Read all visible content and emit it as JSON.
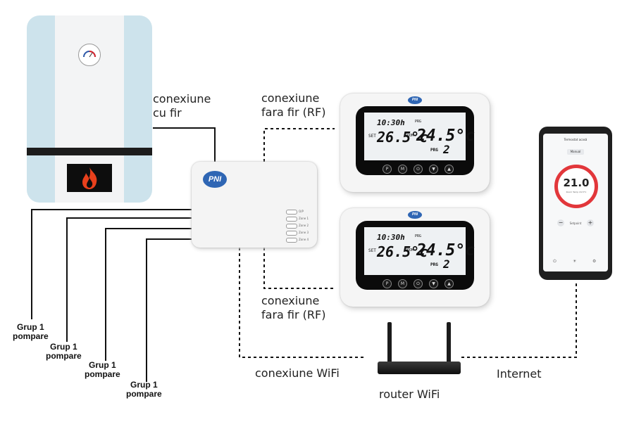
{
  "labels": {
    "wired_line1": "conexiune",
    "wired_line2": "cu fir",
    "rf_top_line1": "conexiune",
    "rf_top_line2": "fara fir (RF)",
    "rf_bottom_line1": "conexiune",
    "rf_bottom_line2": "fara fir (RF)",
    "wifi_connection": "conexiune WiFi",
    "router": "router WiFi",
    "internet": "Internet"
  },
  "pump_groups": [
    {
      "line1": "Grup 1",
      "line2": "pompare"
    },
    {
      "line1": "Grup 1",
      "line2": "pompare"
    },
    {
      "line1": "Grup 1",
      "line2": "pompare"
    },
    {
      "line1": "Grup 1",
      "line2": "pompare"
    }
  ],
  "hub": {
    "logo": "PNI",
    "leds": [
      "O/P",
      "Zone 1",
      "Zone 2",
      "Zone 3",
      "Zone 4"
    ]
  },
  "thermostats": [
    {
      "logo": "PNI",
      "time": "10:30h",
      "set_label": "SET",
      "set_temp": "26.5°c",
      "room_label": "ROOM",
      "prg_label": "PRG",
      "room_temp": "24.5°c",
      "program_label": "PRG",
      "program": "2",
      "buttons": [
        "P",
        "M",
        "⏻",
        "▼",
        "▲"
      ]
    },
    {
      "logo": "PNI",
      "time": "10:30h",
      "set_label": "SET",
      "set_temp": "26.5°c",
      "room_label": "ROOM",
      "prg_label": "PRG",
      "room_temp": "24.5°c",
      "program_label": "PRG",
      "program": "2",
      "buttons": [
        "P",
        "M",
        "⏻",
        "▼",
        "▲"
      ]
    }
  ],
  "phone": {
    "app_title": "Termostat acasă",
    "mode": "Manual",
    "temperature": "21.0",
    "sub_text": "Room Temp 24.5°C",
    "minus": "−",
    "plus": "+",
    "setpoint_label": "Setpoint",
    "nav_icons": [
      "power-icon",
      "mode-icon",
      "settings-icon"
    ]
  },
  "icons": [
    "flame-icon",
    "gauge-icon",
    "wifi-antenna-icon"
  ],
  "colors": {
    "flame": "#e8401c",
    "phone_ring": "#e2373b",
    "logo_blue": "#2f66b4",
    "boiler_side": "#cde3ec"
  }
}
